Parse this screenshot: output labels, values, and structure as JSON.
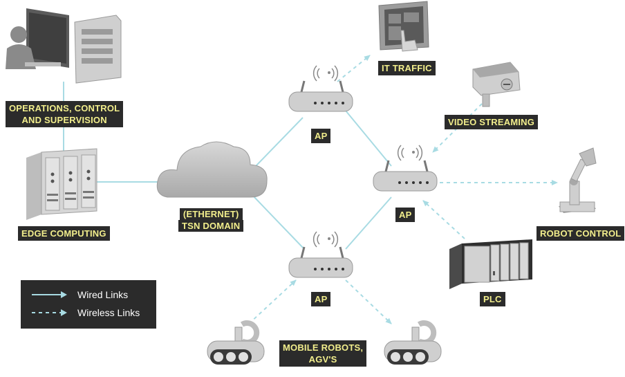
{
  "labels": {
    "operations": [
      "OPERATIONS, CONTROL",
      "AND SUPERVISION"
    ],
    "edge": "EDGE COMPUTING",
    "tsn": [
      "(ETHERNET)",
      "TSN DOMAIN"
    ],
    "ap_top": "AP",
    "ap_mid": "AP",
    "ap_bottom": "AP",
    "it_traffic": "IT TRAFFIC",
    "video": "VIDEO STREAMING",
    "robot_control": "ROBOT CONTROL",
    "plc": "PLC",
    "mobile_robots": [
      "MOBILE ROBOTS,",
      "AGV'S"
    ]
  },
  "legend": {
    "wired": "Wired Links",
    "wireless": "Wireless Links"
  },
  "colors": {
    "link": "#a8dbe3",
    "label_bg": "#2b2b2b",
    "label_text": "#f2ee8c",
    "device": "#c9c9c9",
    "device_dark": "#8e8e8e"
  },
  "icons": [
    "workstation-icon",
    "server-icon",
    "cloud-icon",
    "access-point-icon",
    "tablet-icon",
    "camera-icon",
    "robot-arm-icon",
    "plc-icon",
    "agv-robot-icon"
  ]
}
